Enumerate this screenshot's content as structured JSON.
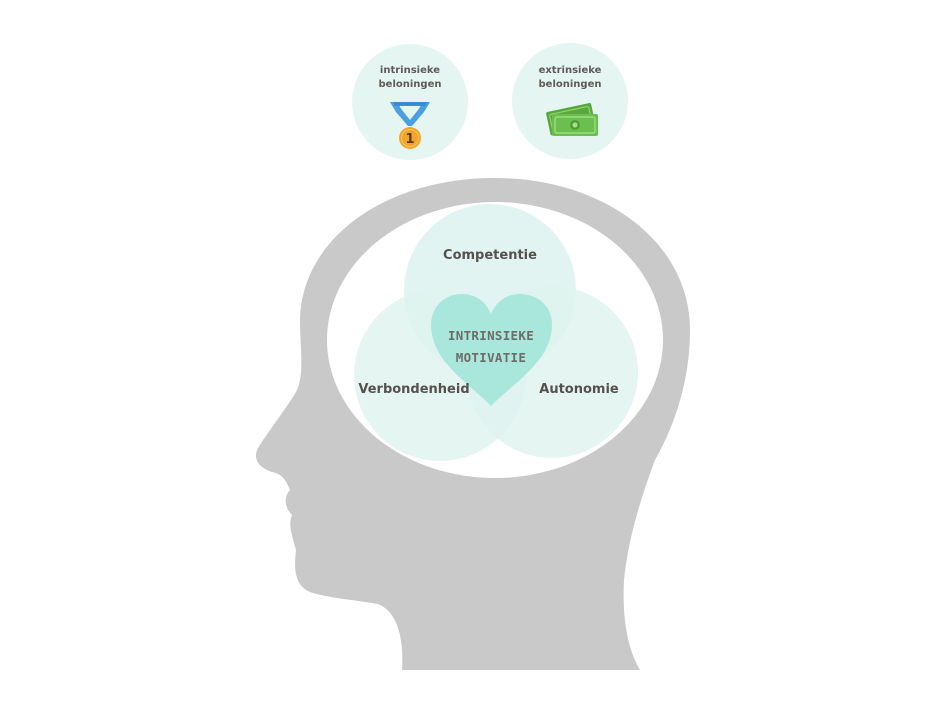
{
  "rewards": {
    "intrinsic": {
      "title_line1": "intrinsieke",
      "title_line2": "beloningen",
      "icon": "medal-icon",
      "medal_number": "1"
    },
    "extrinsic": {
      "title_line1": "extrinsieke",
      "title_line2": "beloningen",
      "icon": "money-icon"
    }
  },
  "venn": {
    "top_label": "Competentie",
    "left_label": "Verbondenheid",
    "right_label": "Autonomie"
  },
  "heart": {
    "line1": "INTRINSIEKE",
    "line2": "MOTIVATIE"
  },
  "colors": {
    "head": "#c9c9c9",
    "brain_area": "#ffffff",
    "circle": "#e5f5f2",
    "heart": "#a9e6dc",
    "medal_ribbon": "#4a9fe0",
    "medal": "#f3a629",
    "money": "#6bbf4e"
  }
}
